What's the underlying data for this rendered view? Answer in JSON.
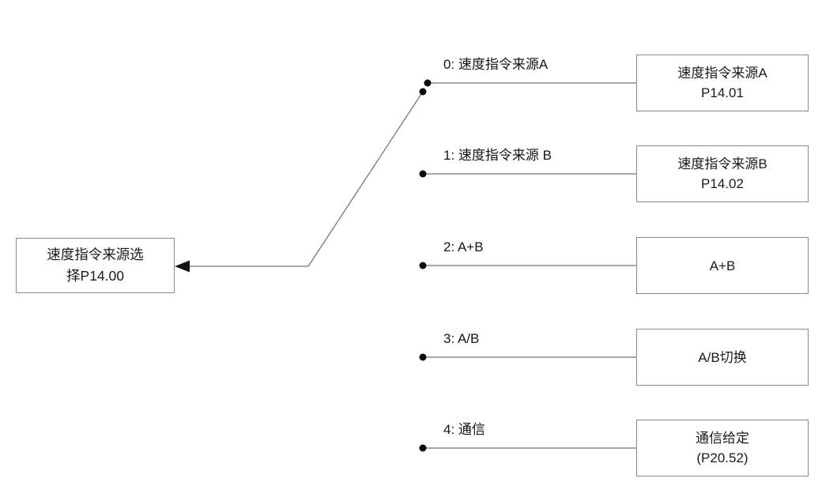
{
  "diagram": {
    "kind": "parameter-selection-switch",
    "selector": {
      "lines": [
        "速度指令来源选",
        "择P14.00"
      ],
      "full_text": "速度指令来源选择P14.00"
    },
    "options": [
      {
        "value": "0",
        "label": "0: 速度指令来源A",
        "box_lines": [
          "速度指令来源A",
          "P14.01"
        ]
      },
      {
        "value": "1",
        "label": "1: 速度指令来源 B",
        "box_lines": [
          "速度指令来源B",
          "P14.02"
        ]
      },
      {
        "value": "2",
        "label": "2: A+B",
        "box_lines": [
          "A+B"
        ]
      },
      {
        "value": "3",
        "label": "3: A/B",
        "box_lines": [
          "A/B切换"
        ]
      },
      {
        "value": "4",
        "label": "4: 通信",
        "box_lines": [
          "通信给定",
          "(P20.52)"
        ]
      }
    ],
    "selected_option": "0",
    "colors": {
      "background": "#ffffff",
      "box_border": "#8a8a8a",
      "wire": "#757575",
      "dot": "#0a0a0a",
      "text": "#1a1a1a"
    }
  }
}
